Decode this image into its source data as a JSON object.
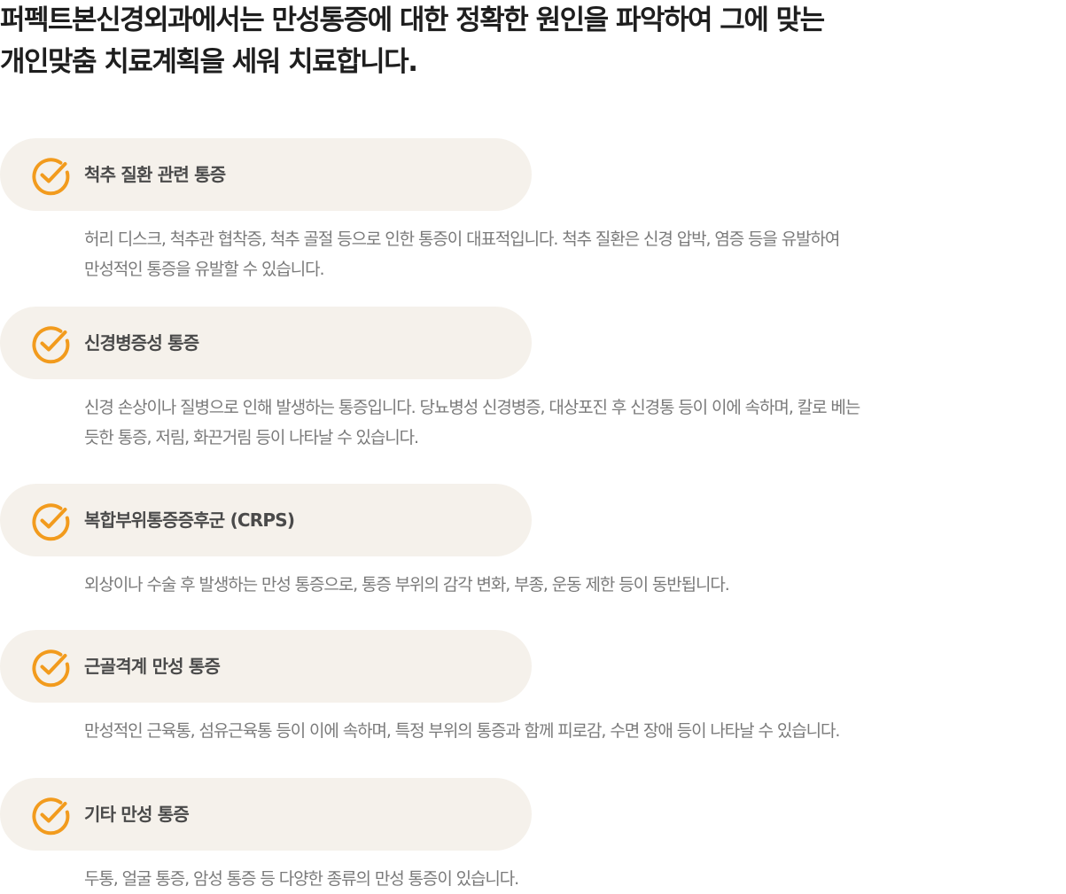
{
  "headline": {
    "line1": "퍼펙트본신경외과에서는 만성통증에 대한 정확한 원인을 파악하여 그에 맞는",
    "line2": "개인맞춤 치료계획을 세워 치료합니다."
  },
  "colors": {
    "accent": "#f29b1d",
    "pill_background": "#f5f1eb",
    "title_text": "#4a4a4a",
    "description_text": "#7a7a7a"
  },
  "items": [
    {
      "icon": "check-circle-icon",
      "title": "척추 질환 관련 통증",
      "lines": [
        "허리 디스크, 척추관 협착증, 척추 골절 등으로 인한 통증이 대표적입니다. 척추 질환은 신경 압박, 염증 등을 유발하여",
        "만성적인 통증을 유발할 수 있습니다."
      ]
    },
    {
      "icon": "check-circle-icon",
      "title": "신경병증성 통증",
      "lines": [
        "신경 손상이나 질병으로 인해 발생하는 통증입니다. 당뇨병성 신경병증, 대상포진 후 신경통 등이 이에 속하며, 칼로 베는",
        "듯한 통증, 저림, 화끈거림 등이 나타날 수 있습니다."
      ]
    },
    {
      "icon": "check-circle-icon",
      "title": "복합부위통증증후군 (CRPS)",
      "lines": [
        "외상이나 수술 후 발생하는 만성 통증으로, 통증 부위의 감각 변화, 부종, 운동 제한 등이 동반됩니다."
      ]
    },
    {
      "icon": "check-circle-icon",
      "title": "근골격계 만성 통증",
      "lines": [
        "만성적인 근육통, 섬유근육통 등이 이에 속하며, 특정 부위의 통증과 함께 피로감, 수면 장애 등이 나타날 수 있습니다."
      ]
    },
    {
      "icon": "check-circle-icon",
      "title": "기타 만성 통증",
      "lines": [
        "두통, 얼굴 통증, 암성 통증 등 다양한 종류의 만성 통증이 있습니다."
      ]
    }
  ]
}
